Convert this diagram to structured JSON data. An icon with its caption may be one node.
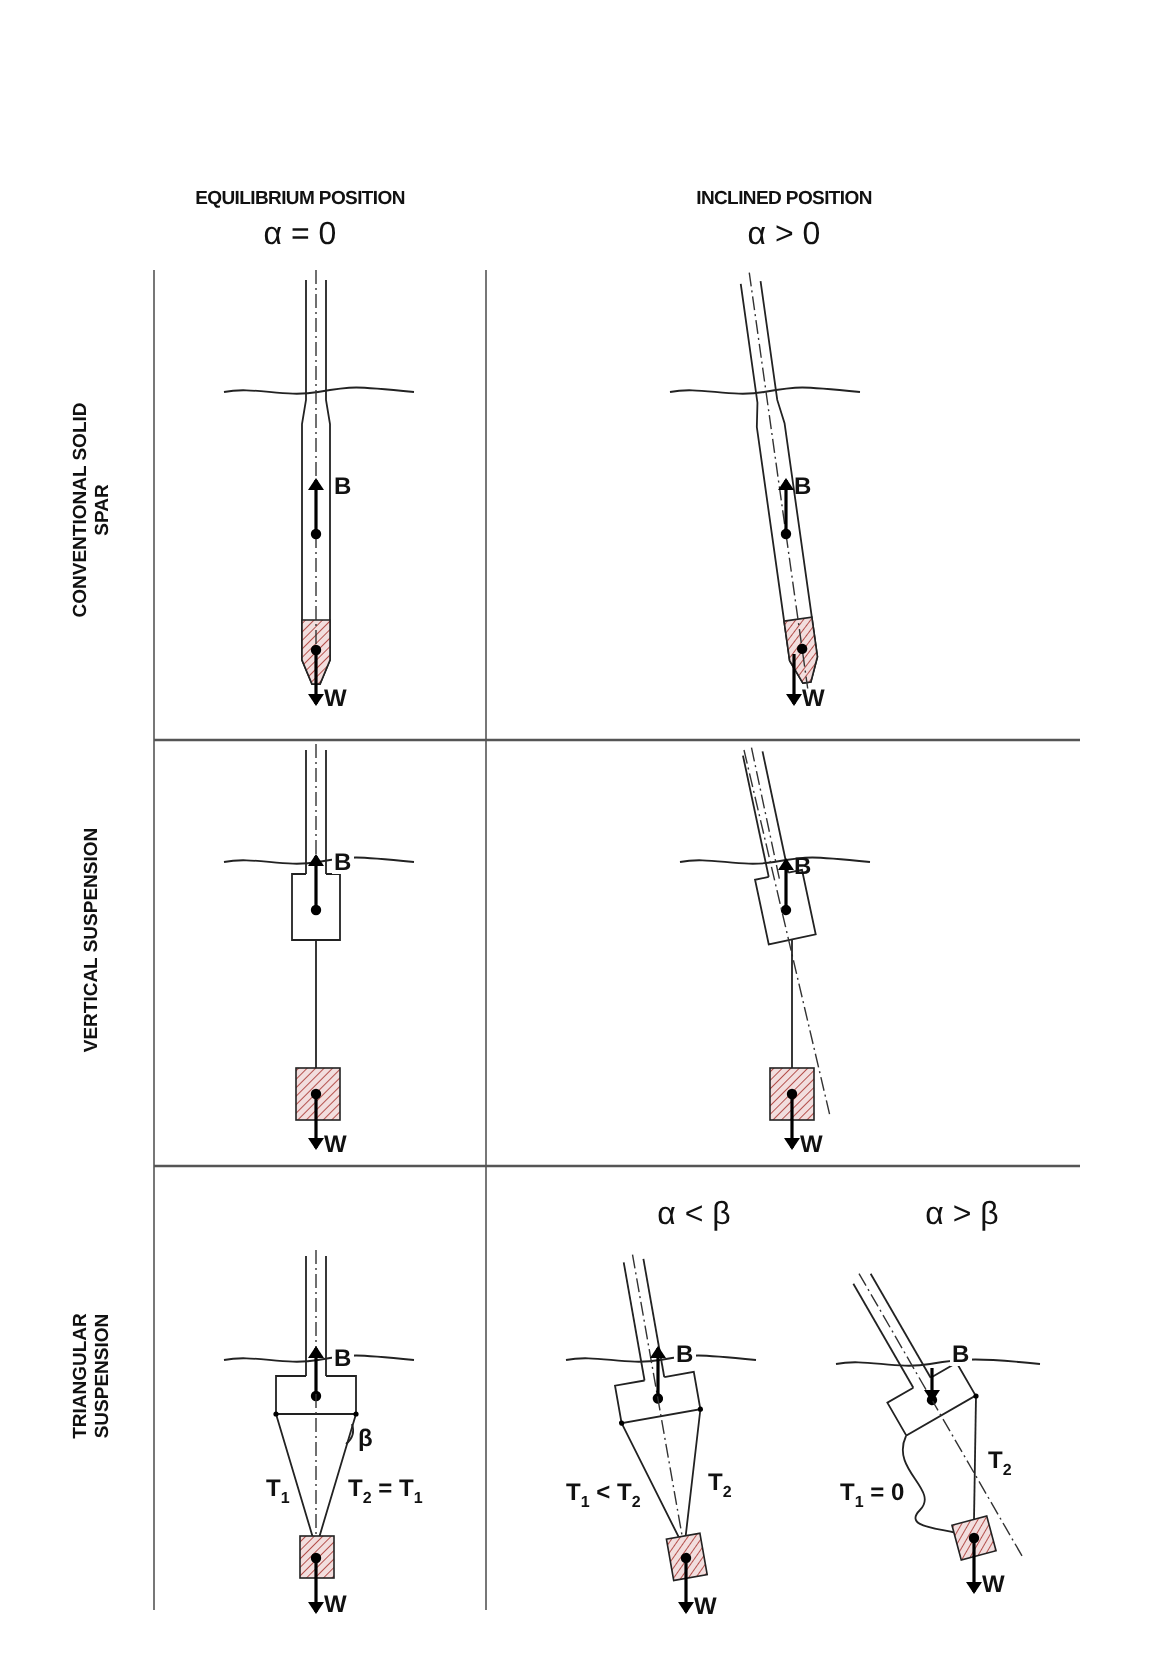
{
  "diagram": {
    "labels": [
      "EQUILIBRIUM POSITION",
      "α = 0",
      "INCLINED POSITION",
      "α > 0",
      "CONVENTIONAL SOLID SPAR",
      "B",
      "B",
      "W",
      "W",
      "VERTICAL SUSPENSION",
      "B",
      "B",
      "W",
      "W",
      "TRIANGULAR SUSPENSION",
      "α < β",
      "α > β",
      "B",
      "B",
      "B",
      "β",
      "T$_{1}$",
      "T$_{2}$ = T$_{1}$",
      "T$_{1}$ < T$_{2}$",
      "T$_{2}$",
      "T$_{2}$",
      "T$_{1}$ = 0",
      "W",
      "W",
      "W"
    ]
  }
}
